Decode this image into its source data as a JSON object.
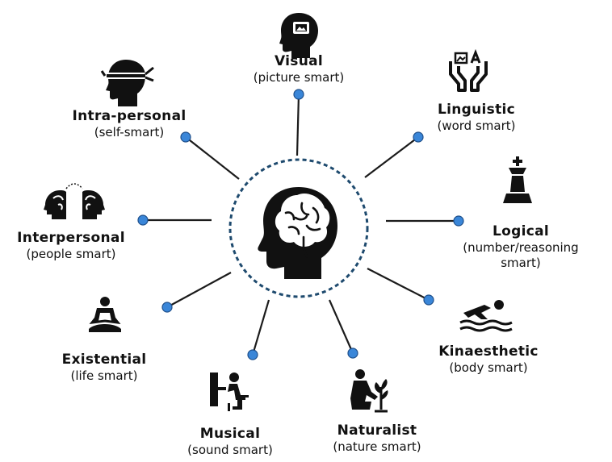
{
  "center": {
    "icon": "brain-head-icon"
  },
  "colors": {
    "line": "#1b1b1b",
    "dot": "#3a86d8",
    "dot_stroke": "#1f4f8a",
    "ring": "#1e4a6e",
    "icon": "#111111"
  },
  "intelligences": [
    {
      "id": "visual",
      "name": "Visual",
      "desc": "(picture smart)",
      "icon": "head-picture-icon"
    },
    {
      "id": "linguistic",
      "name": "Linguistic",
      "desc": "(word smart)",
      "icon": "hands-text-icon"
    },
    {
      "id": "logical",
      "name": "Logical",
      "desc": "(number/reasoning",
      "desc2": "smart)",
      "icon": "chess-king-icon"
    },
    {
      "id": "kinaesthetic",
      "name": "Kinaesthetic",
      "desc": "(body smart)",
      "icon": "swimmer-icon"
    },
    {
      "id": "naturalist",
      "name": "Naturalist",
      "desc": "(nature smart)",
      "icon": "gardener-plant-icon"
    },
    {
      "id": "musical",
      "name": "Musical",
      "desc": "(sound smart)",
      "icon": "pianist-icon"
    },
    {
      "id": "existential",
      "name": "Existential",
      "desc": "(life smart)",
      "icon": "meditation-icon"
    },
    {
      "id": "interpersonal",
      "name": "Interpersonal",
      "desc": "(people smart)",
      "icon": "two-heads-talking-icon"
    },
    {
      "id": "intrapersonal",
      "name": "Intra-personal",
      "desc": "(self-smart)",
      "icon": "blindfold-head-icon"
    }
  ]
}
